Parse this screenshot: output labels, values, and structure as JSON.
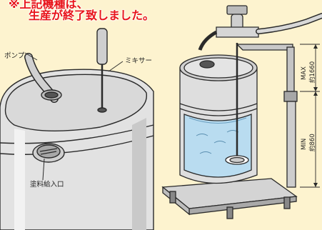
{
  "notice": {
    "line1": "※上記機種は、",
    "line2": "生産が終了致しました。"
  },
  "labels": {
    "pump": "ポンプ",
    "mixer": "ミキサー",
    "paint_inlet": "塗料給入口",
    "max_label": "MAX",
    "max_value": "約1660",
    "min_label": "MIN",
    "min_value": "約860"
  },
  "colors": {
    "background": "#fdf3cf",
    "drum": "#e6e6e6",
    "liquid": "#b9dcf0",
    "notice_text": "#e8141b",
    "line": "#2a2a2a"
  }
}
